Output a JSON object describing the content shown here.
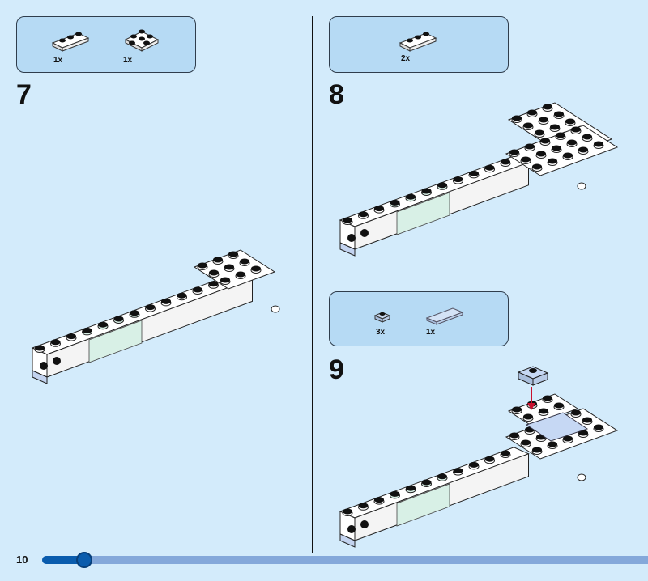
{
  "page_number": "10",
  "progress_fraction": 0.07,
  "colors": {
    "background": "#d3ebfb",
    "parts_box": "#b6daf4",
    "accent": "#0a5cad",
    "arrow": "#c8102e"
  },
  "steps": [
    {
      "number": "7",
      "parts": [
        {
          "icon": "plate-1x3-white",
          "qty": "1x"
        },
        {
          "icon": "plate-cross-white",
          "qty": "1x"
        }
      ]
    },
    {
      "number": "8",
      "parts": [
        {
          "icon": "plate-1x3-white",
          "qty": "2x"
        }
      ]
    },
    {
      "number": "9",
      "parts": [
        {
          "icon": "plate-1x1-round-light-blue",
          "qty": "3x"
        },
        {
          "icon": "tile-1x4-light-blue",
          "qty": "1x"
        }
      ]
    }
  ]
}
